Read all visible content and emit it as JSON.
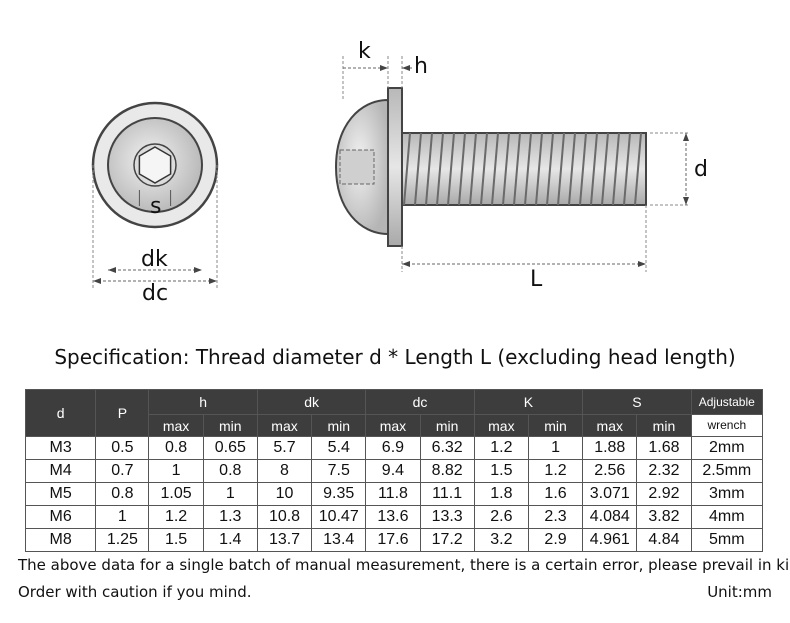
{
  "drawing": {
    "labels": {
      "k": "k",
      "h": "h",
      "d": "d",
      "s": "s",
      "dk": "dk",
      "dc": "dc",
      "L": "L"
    }
  },
  "spec": {
    "title": "Specification: Thread diameter d * Length L (excluding head length)"
  },
  "table": {
    "col_d": "d",
    "col_p": "P",
    "groups": [
      "h",
      "dk",
      "dc",
      "K",
      "S"
    ],
    "max_label": "max",
    "min_label": "min",
    "wrench_label_top": "Adjustable",
    "wrench_label_bottom": "wrench",
    "rows": [
      [
        "M3",
        "0.5",
        "0.8",
        "0.65",
        "5.7",
        "5.4",
        "6.9",
        "6.32",
        "1.2",
        "1",
        "1.88",
        "1.68",
        "2mm"
      ],
      [
        "M4",
        "0.7",
        "1",
        "0.8",
        "8",
        "7.5",
        "9.4",
        "8.82",
        "1.5",
        "1.2",
        "2.56",
        "2.32",
        "2.5mm"
      ],
      [
        "M5",
        "0.8",
        "1.05",
        "1",
        "10",
        "9.35",
        "11.8",
        "11.1",
        "1.8",
        "1.6",
        "3.071",
        "2.92",
        "3mm"
      ],
      [
        "M6",
        "1",
        "1.2",
        "1.3",
        "10.8",
        "10.47",
        "13.6",
        "13.3",
        "2.6",
        "2.3",
        "4.084",
        "3.82",
        "4mm"
      ],
      [
        "M8",
        "1.25",
        "1.5",
        "1.4",
        "13.7",
        "13.4",
        "17.6",
        "17.2",
        "3.2",
        "2.9",
        "4.961",
        "4.84",
        "5mm"
      ]
    ]
  },
  "notes": {
    "line1": "The above data for a single batch of manual measurement, there is a certain error, please prevail in kind!",
    "line2": "Order with caution if you mind.",
    "unit": "Unit:mm"
  }
}
